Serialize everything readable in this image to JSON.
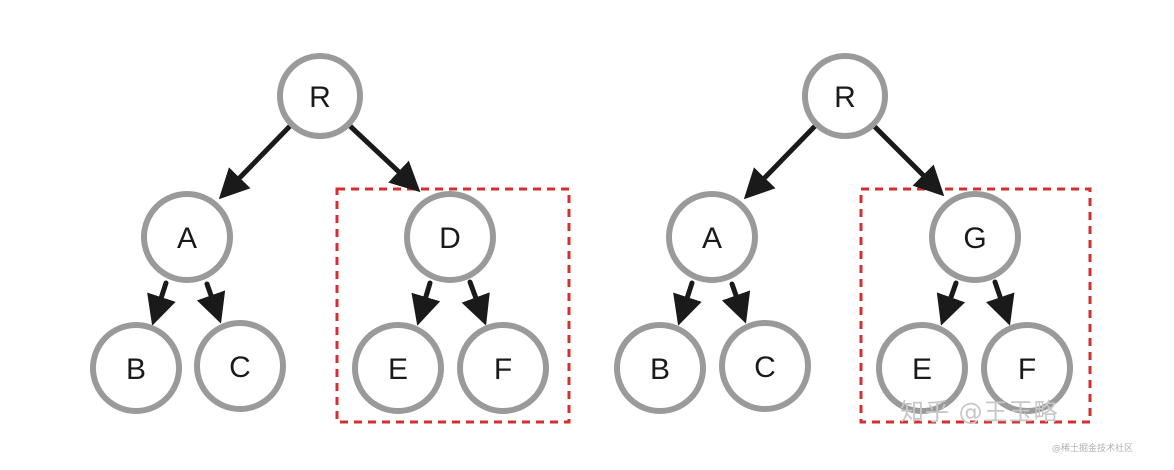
{
  "diagram": {
    "left_tree": {
      "root": "R",
      "left_child": "A",
      "right_child": "D",
      "left_grandchildren": [
        "B",
        "C"
      ],
      "right_grandchildren": [
        "E",
        "F"
      ]
    },
    "right_tree": {
      "root": "R",
      "left_child": "A",
      "right_child": "G",
      "left_grandchildren": [
        "B",
        "C"
      ],
      "right_grandchildren": [
        "E",
        "F"
      ]
    },
    "highlight_color": "#d32f2f",
    "node_stroke_color": "#9a9a9a",
    "edge_color": "#1a1a1a"
  },
  "watermark": {
    "text": "知乎 @王玉略",
    "small_text": "@稀土掘金技术社区"
  }
}
